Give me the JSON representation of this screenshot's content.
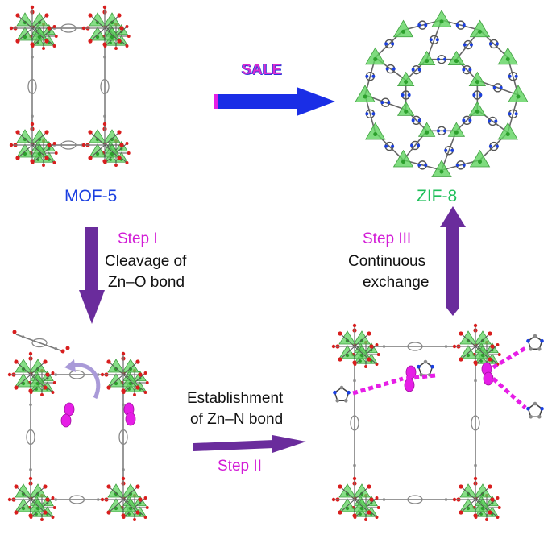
{
  "labels": {
    "mof": "MOF-5",
    "zif": "ZIF-8",
    "sale": "SALE"
  },
  "step1": {
    "title": "Step I",
    "line1": "Cleavage of",
    "line2": "Zn–O bond"
  },
  "step2": {
    "title": "Step II",
    "line1": "Establishment",
    "line2": "of Zn–N bond"
  },
  "step3": {
    "title": "Step III",
    "line1": "Continuous",
    "line2": "exchange"
  },
  "colors": {
    "tetrahedron": "#5fd35f",
    "oxygen": "#d81e1e",
    "carbon": "#8a8a8a",
    "nitrogen": "#1a3fe0",
    "zinc": "#2ca02c",
    "highlight": "#e61ee6",
    "arrow_purple": "#6a2c9c",
    "arrow_blue": "#1a2ee6",
    "text_blue": "#1a3fe0",
    "text_green": "#1fbf5a",
    "text_magenta": "#d21bd6"
  }
}
